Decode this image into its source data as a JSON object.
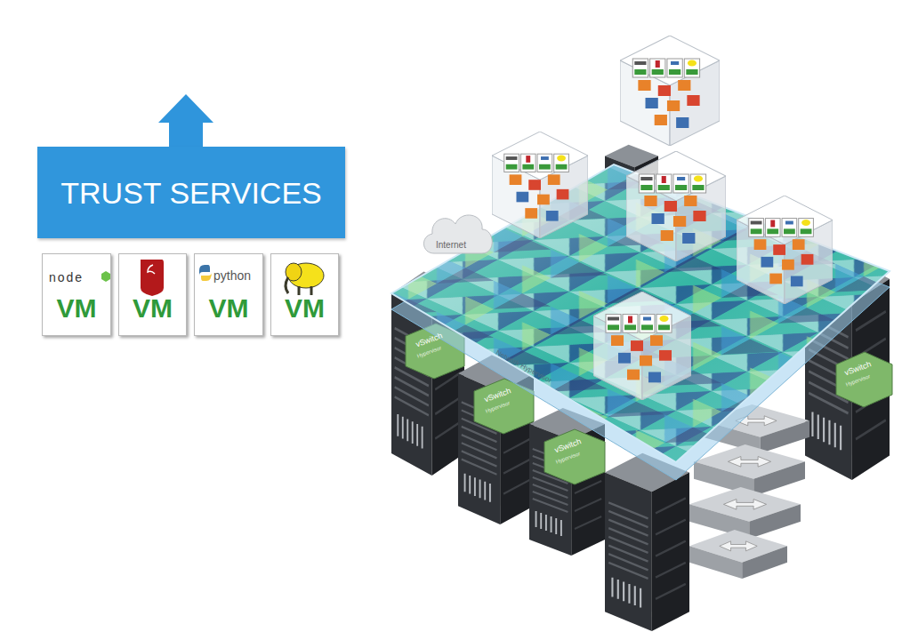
{
  "diagram": {
    "nodes": [
      {
        "text": [
          "TRUST SERVICES"
        ]
      },
      {
        "text": [
          "node",
          "VM"
        ]
      },
      {
        "text": [
          "RAILS",
          "VM"
        ]
      },
      {
        "text": [
          "python",
          "VM"
        ]
      },
      {
        "text": [
          "VM"
        ]
      }
    ],
    "labels": [
      "Internet",
      "Network Hypervisor",
      "vSwitch",
      "Hypervisor",
      "vSwitch",
      "Hypervisor",
      "vSwitch",
      "Hypervisor",
      "vSwitch",
      "Hypervisor"
    ]
  }
}
